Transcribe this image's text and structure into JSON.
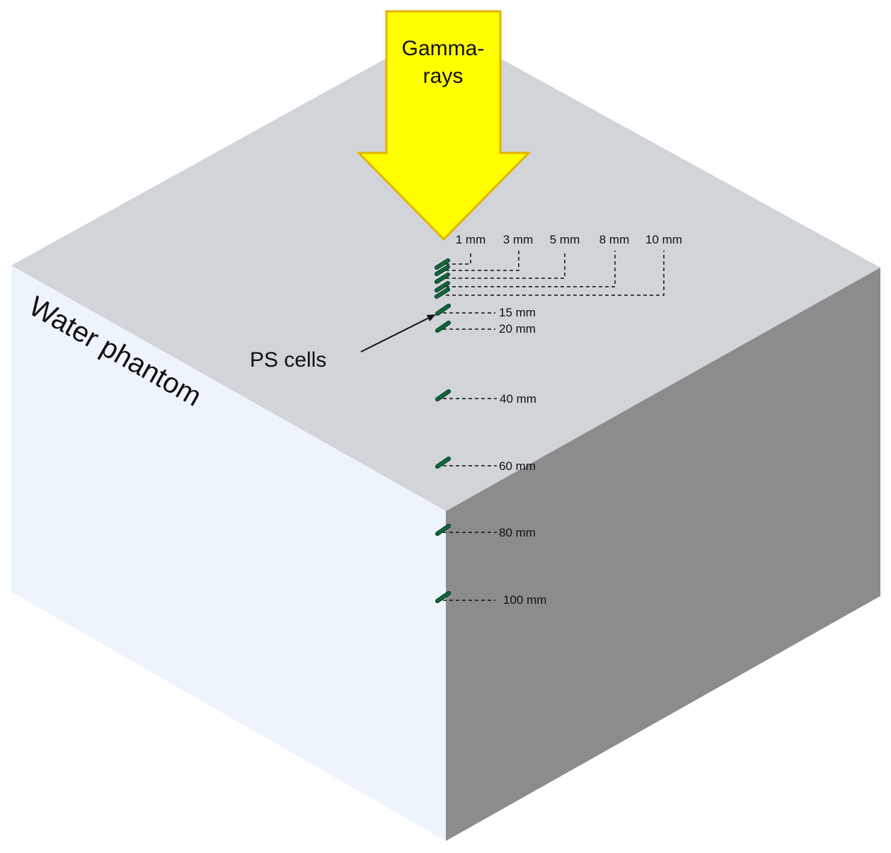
{
  "labels": {
    "gamma": [
      "Gamma-",
      "rays"
    ],
    "phantom": "Water phantom",
    "ps_cells": "PS cells"
  },
  "depths": {
    "top_row": [
      "1 mm",
      "3 mm",
      "5 mm",
      "8 mm",
      "10 mm"
    ],
    "side": [
      "15 mm",
      "20 mm",
      "40 mm",
      "60 mm",
      "80 mm",
      "100 mm"
    ]
  },
  "colors": {
    "top_face": "#d1d4d8",
    "front_face": "#eef4fb",
    "right_face": "#8b8c8b",
    "arrow_fill": "#ffff00",
    "arrow_stroke": "#e3b200",
    "cell": "#0b6b3a"
  }
}
